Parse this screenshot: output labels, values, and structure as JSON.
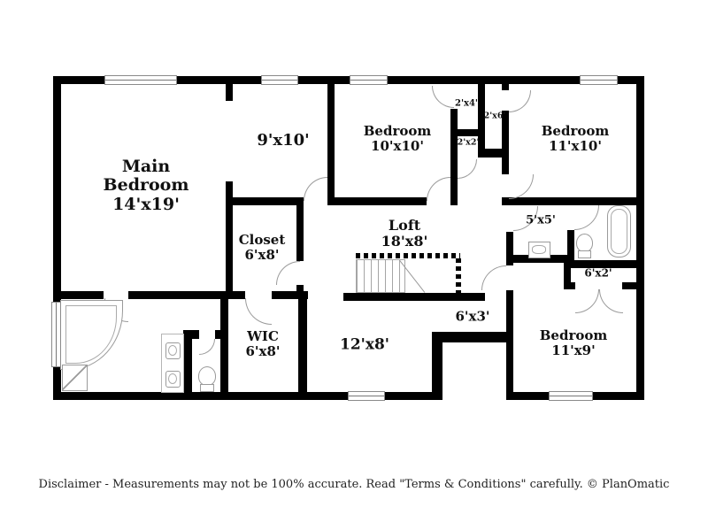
{
  "plan": {
    "title": "second-floor-plan",
    "rooms": {
      "main_bedroom": {
        "name": "Main Bedroom",
        "dims": "14'x19'"
      },
      "area_9x10": {
        "dims": "9'x10'"
      },
      "bedroom_10x10": {
        "name": "Bedroom",
        "dims": "10'x10'"
      },
      "bedroom_11x10": {
        "name": "Bedroom",
        "dims": "11'x10'"
      },
      "closet": {
        "name": "Closet",
        "dims": "6'x8'"
      },
      "loft": {
        "name": "Loft",
        "dims": "18'x8'"
      },
      "wic": {
        "name": "WIC",
        "dims": "6'x8'"
      },
      "room_12x8": {
        "dims": "12'x8'"
      },
      "hall_6x3": {
        "dims": "6'x3'"
      },
      "bath_5x5": {
        "dims": "5'x5'"
      },
      "closet_6x2": {
        "dims": "6'x2'"
      },
      "bedroom_11x9": {
        "name": "Bedroom",
        "dims": "11'x9'"
      },
      "closet_2x4": {
        "dims": "2'x4'"
      },
      "closet_2x6": {
        "dims": "2'x6'"
      },
      "closet_2x2": {
        "dims": "2'x2'"
      }
    },
    "fixtures": [
      "corner-tub",
      "shower",
      "double-vanity-sinks",
      "toilet",
      "staircase",
      "vanity-sink",
      "toilet",
      "bathtub"
    ],
    "colors": {
      "wall": "#000000",
      "fixture_line": "#9a9a9a",
      "text": "#111111",
      "background": "#ffffff"
    }
  },
  "footer": {
    "disclaimer": "Disclaimer - Measurements may not be 100% accurate. Read \"Terms & Conditions\" carefully. © PlanOmatic"
  }
}
